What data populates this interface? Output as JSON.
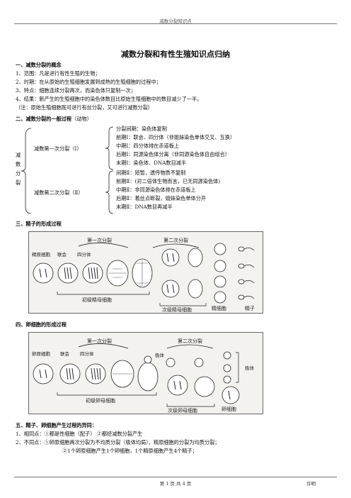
{
  "header": {
    "text": "减数分裂知识点"
  },
  "title": "减数分裂和有性生殖知识点归纳",
  "section1": {
    "heading": "一、减数分裂的概念",
    "items": [
      "1、范围：凡是进行有性生殖的生物；",
      "2、时期：在从原始的生殖细胞发展到成熟的生殖细胞的过程中；",
      "3、特点：细胞连续分裂两次，而染色体只复制一次；",
      "4、结果：新产生的生殖细胞中的染色体数目比原始生殖细胞中的数目减少了一半。"
    ],
    "note": "（注：原始生殖细胞既可进行有丝分裂，又可进行减数分裂）"
  },
  "section2": {
    "heading": "二、减数分裂的一般过程",
    "heading_suffix": "（动物）",
    "root_chars": [
      "减",
      "数",
      "分",
      "裂"
    ],
    "branches": [
      {
        "label": "减数第一次分裂（Ⅰ）",
        "stages": [
          "分裂间期：染色体复制",
          "前期Ⅰ：联会、四分体（非姐妹染色单体交叉、互换）",
          "中期Ⅰ：四分体排在赤道板上",
          "后期Ⅰ：同源染色体分离（非同源染色体自由组合）",
          "末期Ⅰ：染色体、DNA数目减半"
        ]
      },
      {
        "label": "减数第二次分裂（Ⅱ）",
        "stages": [
          "间期Ⅱ：短暂，遗传物质不复制",
          "前期Ⅱ：(对二倍体生物而言，已无同源染色体)",
          "中期Ⅱ：非同源染色体排在赤道板上",
          "后期Ⅱ：着丝点断裂，姐妹染色单体分开",
          "末期Ⅱ：DNA数目再减半"
        ]
      }
    ]
  },
  "section3": {
    "heading": "三、精子的形成过程",
    "figure": {
      "labels": {
        "first_division": "第一次分裂",
        "second_division": "第二次分裂",
        "spermatogonium": "精原细胞",
        "synapsis": "联会",
        "tetrad": "四分体",
        "primary": "初级精母细胞",
        "secondary": "次级精母细胞",
        "spermatid": "精细胞",
        "sperm": "精子"
      }
    }
  },
  "section4": {
    "heading": "四、卵细胞的形成过程",
    "figure": {
      "labels": {
        "first_division": "第一次分裂",
        "second_division": "第二次分裂",
        "oogonium": "卵原细胞",
        "synapsis": "联会",
        "tetrad": "四分体",
        "polar_body_top": "极体",
        "polar_body_right": "极体",
        "primary": "初级卵母细胞",
        "secondary": "次级卵母细胞",
        "egg": "卵细胞"
      }
    }
  },
  "section5": {
    "heading": "五、精子、卵细胞产生过程的异同：",
    "lines": [
      "1、相同点：①都是性细胞（配子）  ②都经减数分裂产生",
      "2、不同点：①卵原细胞两次分裂为不均质分裂（极体均局），精原细胞的分裂为均质分裂；",
      "②1个卵原细胞产生1个卵细胞，1个精原细胞产生4个精子；"
    ]
  },
  "footer": {
    "page": "第 1 页 共 4 页",
    "right": "许明"
  },
  "colors": {
    "ink": "#111111",
    "diagram_bg": "#f4f2ee"
  }
}
